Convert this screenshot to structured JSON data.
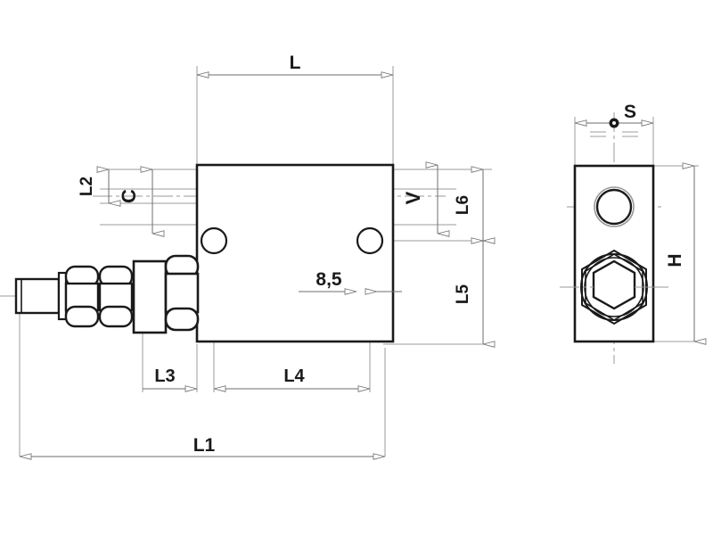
{
  "drawing": {
    "title": "Hydraulic valve block dimensioned technical drawing",
    "background_color": "#ffffff",
    "line_color_outline": "#1a1a1a",
    "line_color_thin": "#8c8c8c",
    "line_color_center": "#9a9a9a",
    "text_color": "#1a1a1a",
    "views": {
      "side": {
        "name": "side-view",
        "body_label": "valve-body-side"
      },
      "front": {
        "name": "front-view",
        "body_label": "valve-body-front"
      }
    }
  },
  "dimensions": {
    "top_overall": {
      "id": "L",
      "label": "L"
    },
    "left_small": {
      "id": "L2",
      "label": "L2"
    },
    "port_left": {
      "id": "C",
      "label": "C"
    },
    "port_right": {
      "id": "V",
      "label": "V"
    },
    "right_upper": {
      "id": "L6",
      "label": "L6"
    },
    "right_lower": {
      "id": "L5",
      "label": "L5"
    },
    "hole_diameter": {
      "id": "8,5",
      "label": "8,5"
    },
    "bottom_left": {
      "id": "L3",
      "label": "L3"
    },
    "bottom_mid": {
      "id": "L4",
      "label": "L4"
    },
    "bottom_overall": {
      "id": "L1",
      "label": "L1"
    },
    "front_width": {
      "id": "S",
      "label": "S"
    },
    "front_height": {
      "id": "H",
      "label": "H"
    }
  },
  "features": {
    "fitting": "threaded-inlet-fitting",
    "hex_nut_small_1": "hex-nut",
    "hex_nut_small_2": "hex-nut",
    "collar": "cylindrical-collar",
    "hex_nut_large": "large-hex-nut",
    "mounting_hole_left": "mounting-hole",
    "mounting_hole_right": "mounting-hole",
    "front_port_circle": "port-circle",
    "front_hex": "hex-fitting"
  }
}
